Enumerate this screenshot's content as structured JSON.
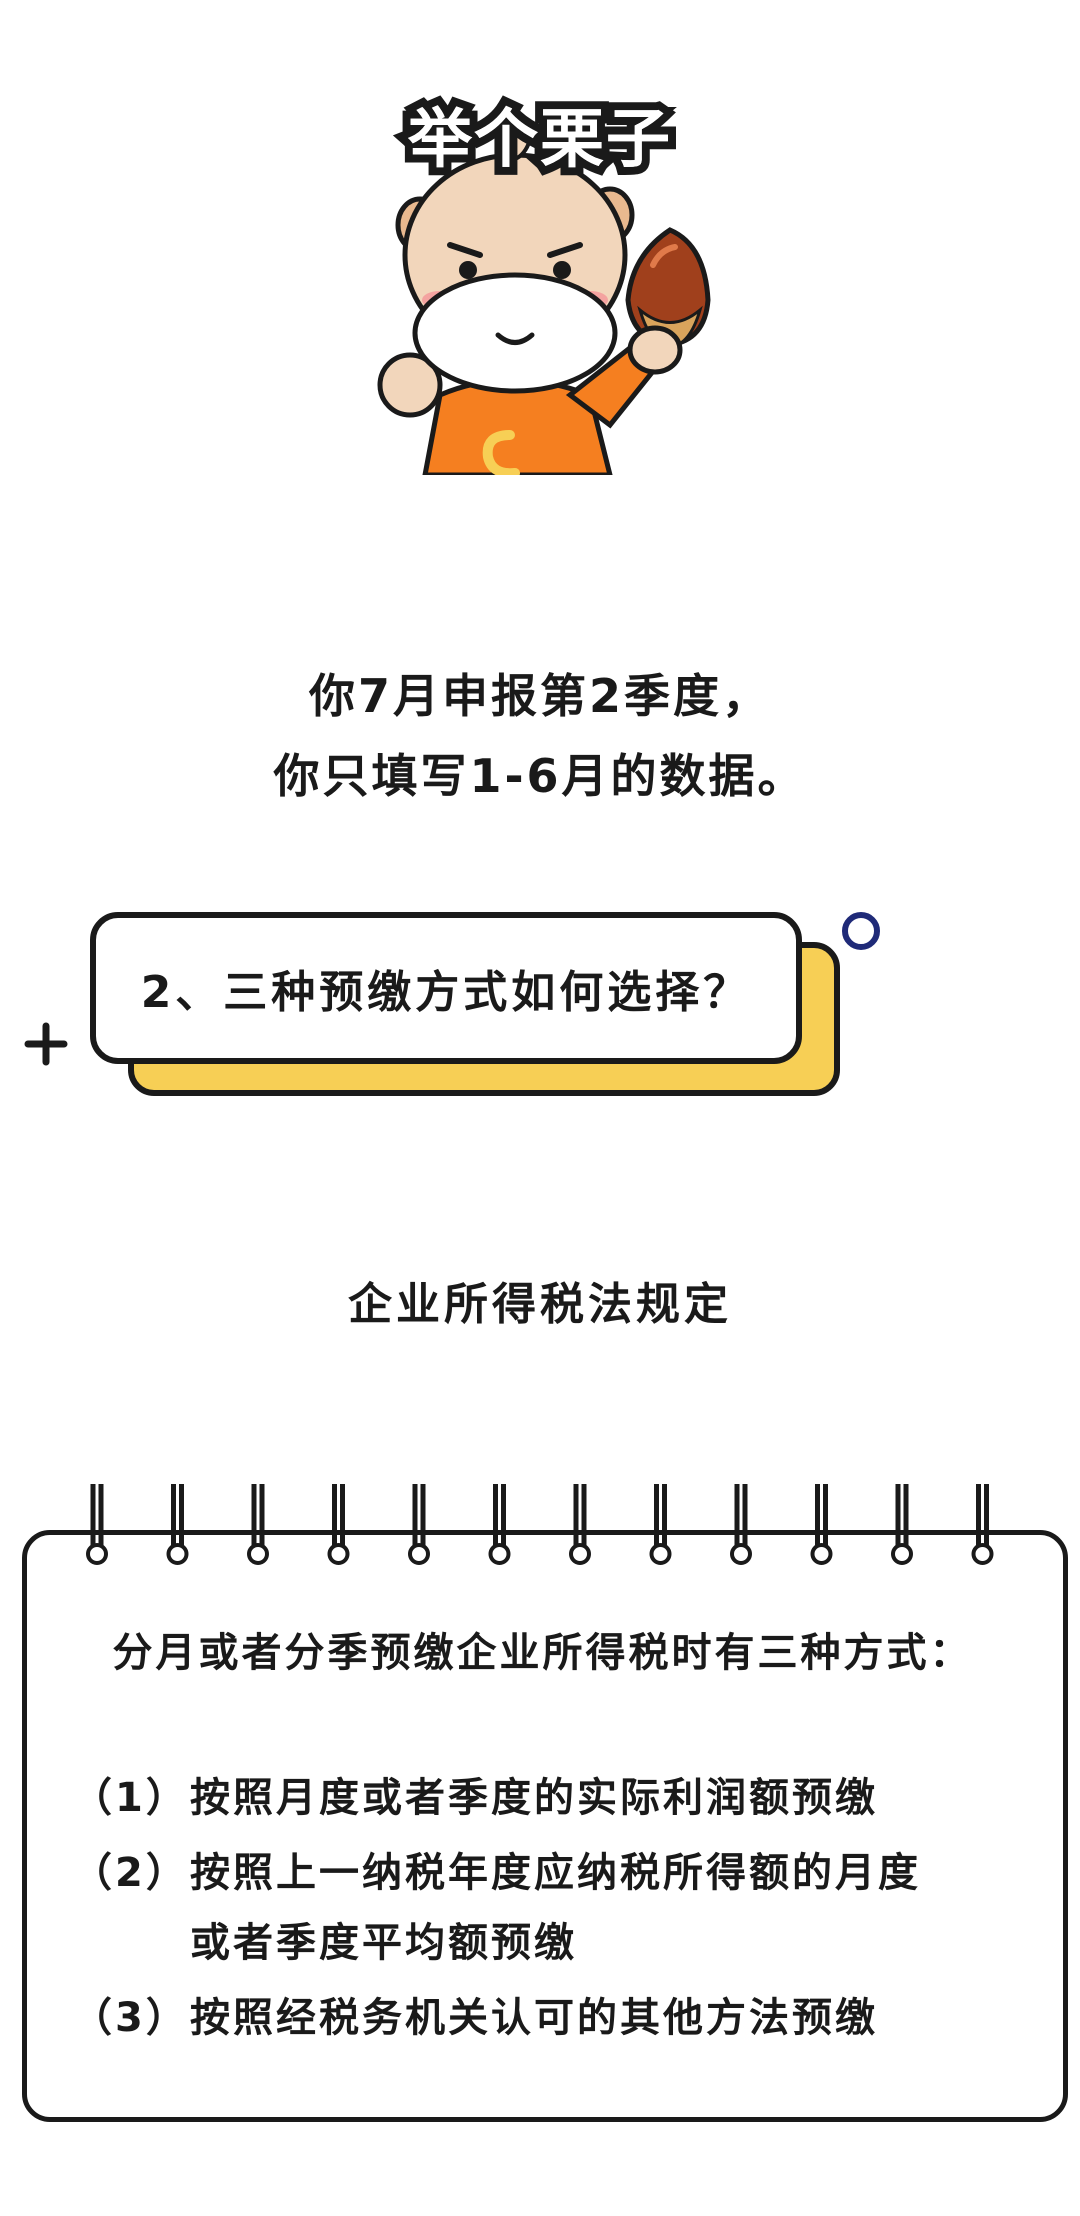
{
  "mascot": {
    "title": "举个栗子",
    "icon": "mascot-holding-chestnut",
    "shirt_color": "#f57f20",
    "chestnut_color": "#a0401c"
  },
  "intro": {
    "line1": "你7月申报第2季度，",
    "line2": "你只填写1-6月的数据。"
  },
  "section": {
    "heading": "2、三种预缴方式如何选择？",
    "accent_color": "#f7cf55",
    "circle_color": "#1f2a78"
  },
  "law": {
    "title": "企业所得税法规定"
  },
  "card": {
    "intro": "分月或者分季预缴企业所得税时有三种方式：",
    "items": [
      {
        "num": "（1）",
        "text": "按照月度或者季度的实际利润额预缴"
      },
      {
        "num": "（2）",
        "text": "按照上一纳税年度应纳税所得额的月度",
        "cont": "或者季度平均额预缴"
      },
      {
        "num": "（3）",
        "text": "按照经税务机关认可的其他方法预缴"
      }
    ]
  }
}
